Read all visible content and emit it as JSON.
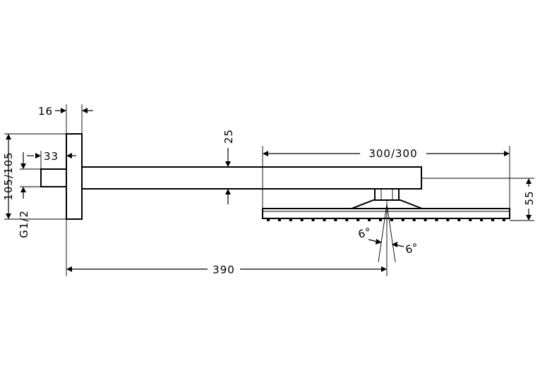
{
  "dimensions": {
    "wall_plate_thickness": "16",
    "thread_offset": "33",
    "arm_height": "25",
    "head_size": "300/300",
    "head_height": "55",
    "vertical_range": "105/105",
    "thread": "G1/2",
    "projection": "390",
    "angle_left": "6°",
    "angle_right": "6°"
  }
}
